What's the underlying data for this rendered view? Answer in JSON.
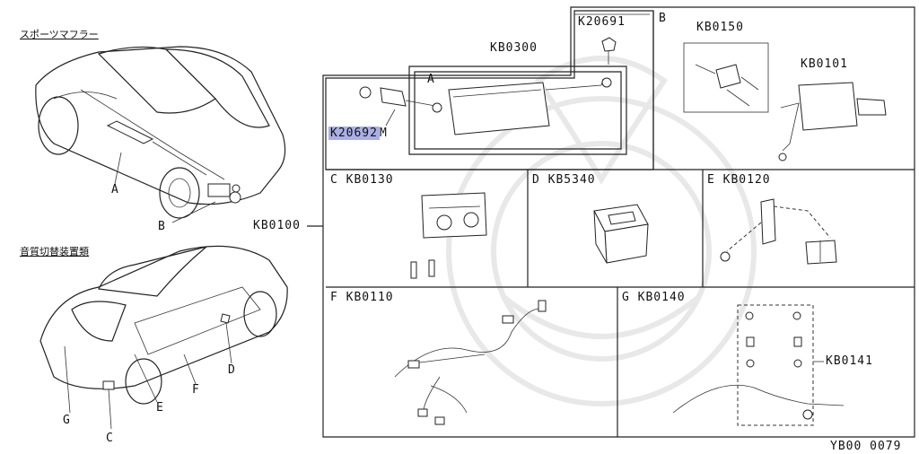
{
  "headings": {
    "sports_muffler": "スポーツマフラー",
    "audio_switch": "音質切替装置類"
  },
  "car_top_labels": {
    "a": "A",
    "b": "B"
  },
  "car_bottom_labels": {
    "g": "G",
    "c": "C",
    "e": "E",
    "f": "F",
    "d": "D"
  },
  "parts": {
    "kb0300": "KB0300",
    "k20691": "K20691",
    "section_b": "B",
    "kb0150": "KB0150",
    "kb0101": "KB0101",
    "section_a": "A",
    "k20692m_highlight": "K20692",
    "k20692m_suffix": "M",
    "kb0100": "KB0100",
    "c_kb0130": "C KB0130",
    "d_kb5340": "D KB5340",
    "e_kb0120": "E KB0120",
    "f_kb0110": "F KB0110",
    "g_kb0140": "G KB0140",
    "kb0141": "KB0141"
  },
  "footer_code": "YB00 0079",
  "colors": {
    "highlight": "#aab0e6",
    "line": "#222222",
    "watermark": "#e8e8e8"
  }
}
